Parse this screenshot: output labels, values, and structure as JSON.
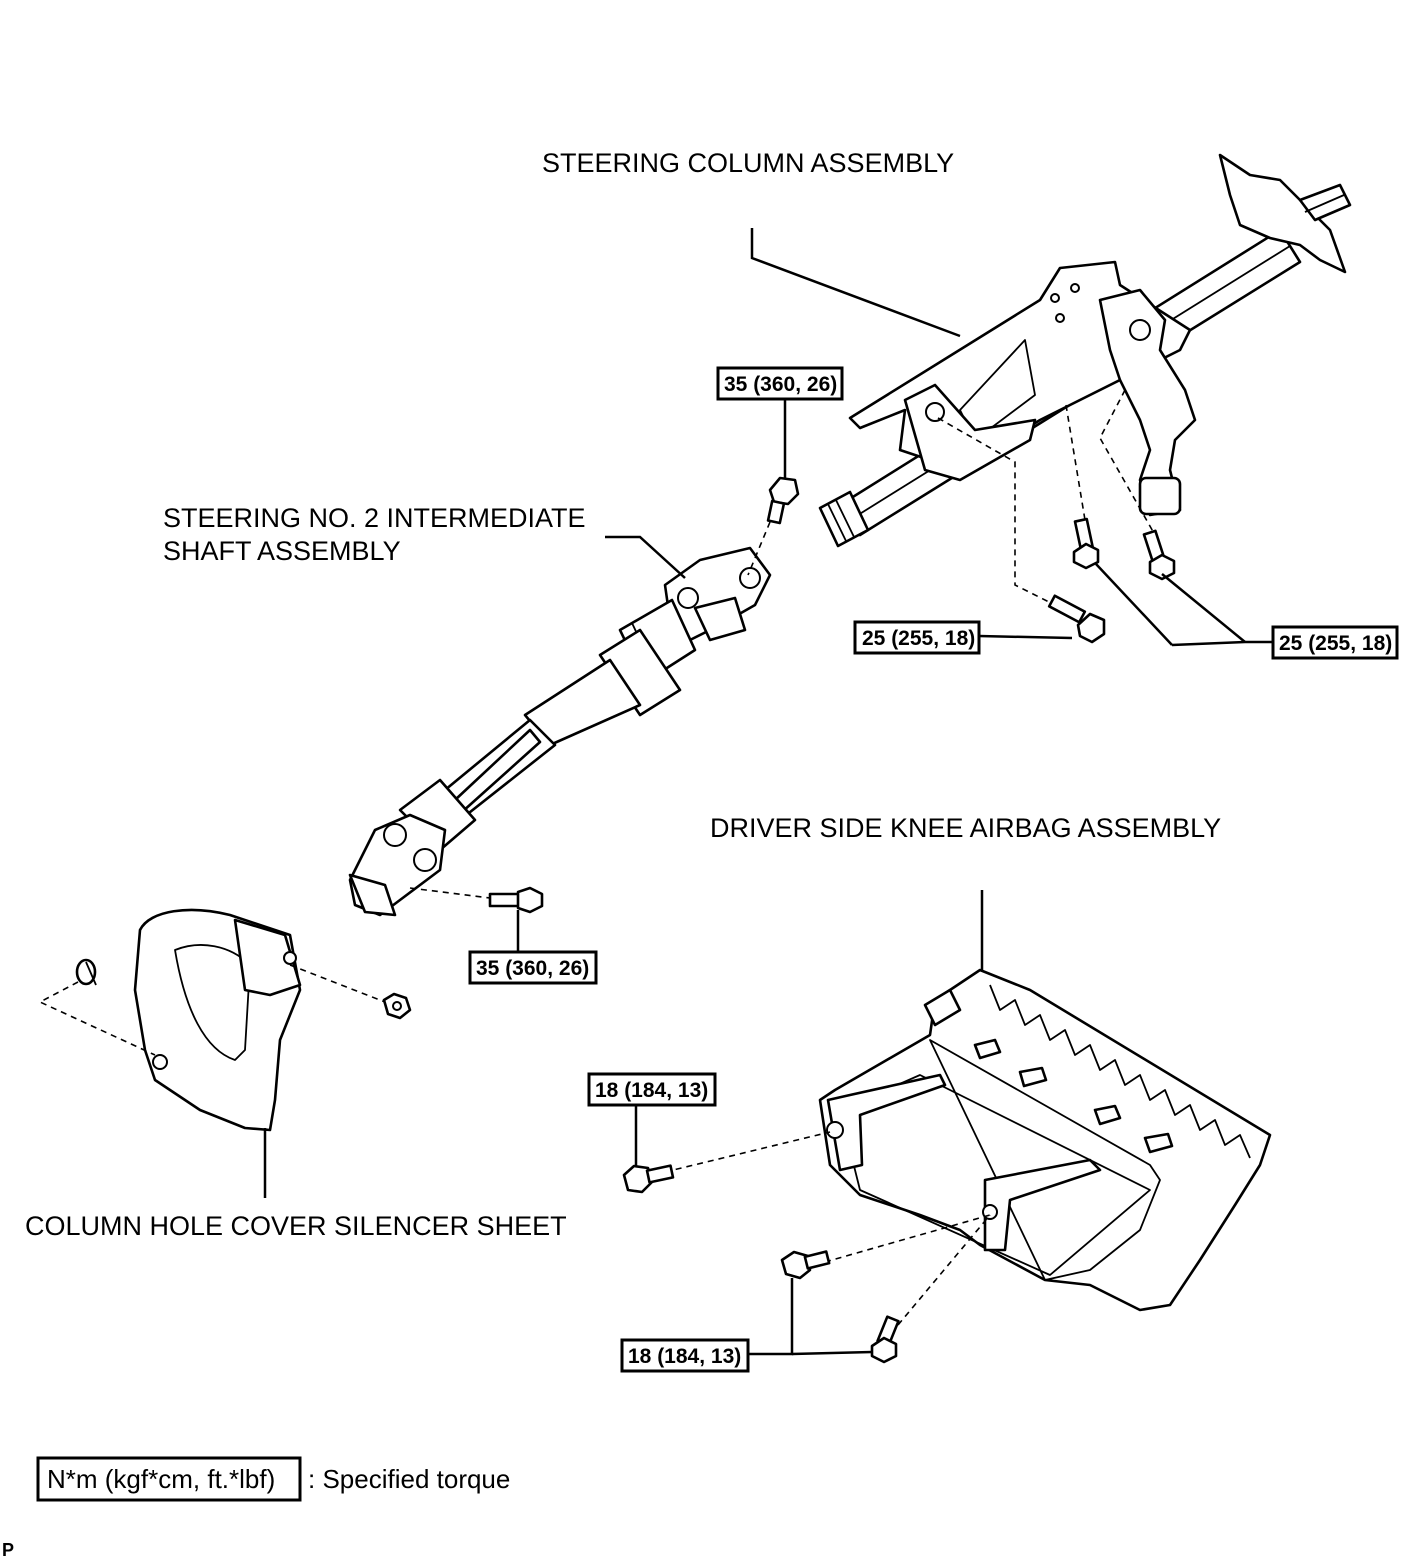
{
  "labels": {
    "steering_column": "STEERING COLUMN ASSEMBLY",
    "intermediate_shaft_line1": "STEERING NO. 2 INTERMEDIATE",
    "intermediate_shaft_line2": "SHAFT ASSEMBLY",
    "knee_airbag": "DRIVER SIDE KNEE AIRBAG ASSEMBLY",
    "silencer_sheet": "COLUMN HOLE COVER SILENCER SHEET"
  },
  "torques": {
    "shaft_upper": "35 (360, 26)",
    "shaft_lower": "35 (360, 26)",
    "column_center": "25 (255, 18)",
    "column_right": "25 (255, 18)",
    "airbag_upper": "18 (184, 13)",
    "airbag_lower": "18 (184, 13)"
  },
  "legend": {
    "unit": "N*m (kgf*cm, ft.*lbf)",
    "description": ": Specified torque"
  },
  "corner_mark": "P"
}
